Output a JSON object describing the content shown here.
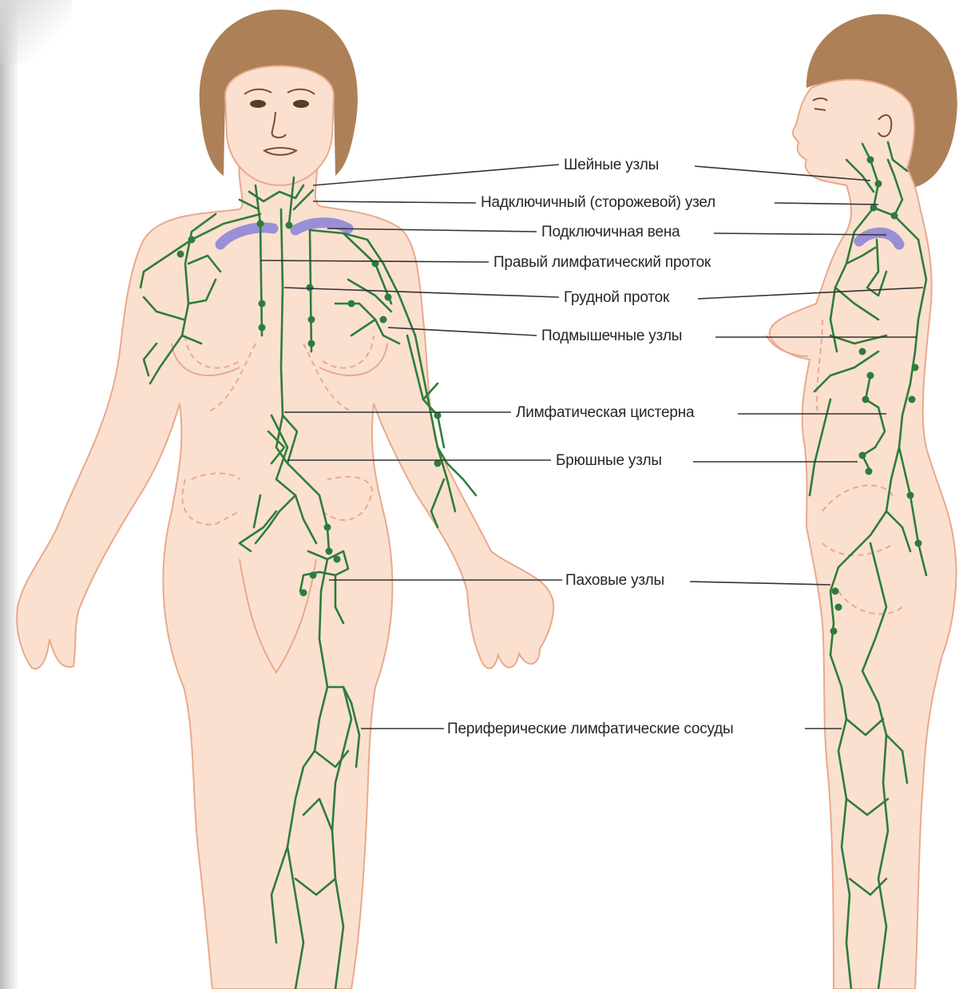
{
  "labels": {
    "cervical_nodes": "Шейные узлы",
    "supraclavicular_node": "Надключичный (сторожевой) узел",
    "subclavian_vein": "Подключичная вена",
    "right_lymphatic_duct": "Правый лимфатический проток",
    "thoracic_duct": "Грудной проток",
    "axillary_nodes": "Подмышечные узлы",
    "cisterna_chyli": "Лимфатическая цистерна",
    "abdominal_nodes": "Брюшные узлы",
    "inguinal_nodes": "Паховые узлы",
    "peripheral_vessels": "Периферические лимфатические сосуды"
  },
  "colors": {
    "skin": "#fbe0cf",
    "skin_outline": "#e9a98c",
    "hair": "#ad8058",
    "lymph": "#2d7d3a",
    "vein": "#9a8fd6",
    "leader": "#333333"
  }
}
